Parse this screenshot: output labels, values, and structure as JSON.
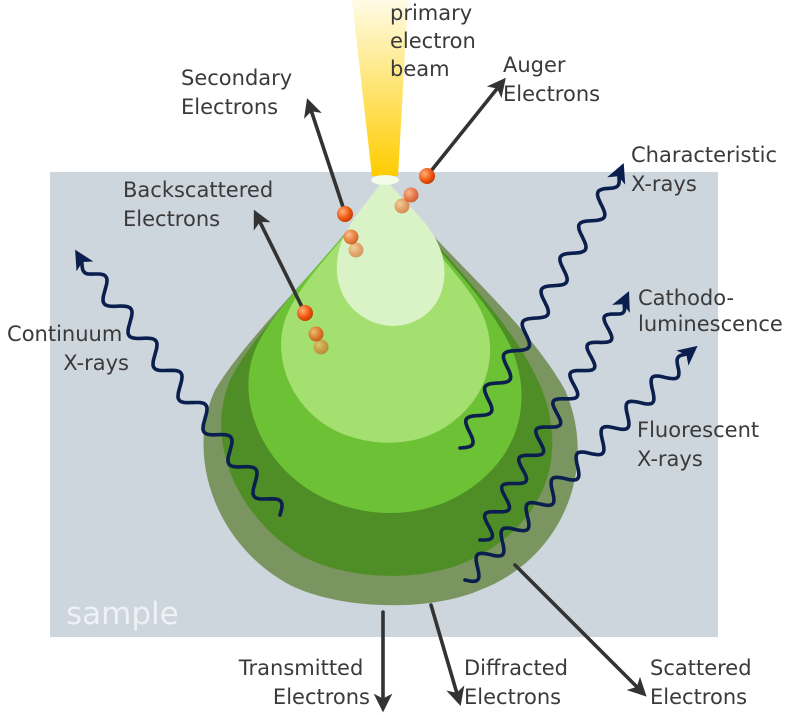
{
  "diagram": {
    "sample_label": "sample",
    "beam_label": [
      "primary",
      "electron",
      "beam"
    ],
    "labels": {
      "secondary": [
        "Secondary",
        "Electrons"
      ],
      "auger": [
        "Auger",
        "Electrons"
      ],
      "backscattered": [
        "Backscattered",
        "Electrons"
      ],
      "characteristic": [
        "Characteristic",
        "X-rays"
      ],
      "cathodo": [
        "Cathodo-",
        "luminescence"
      ],
      "continuum": [
        "Continuum",
        "X-rays"
      ],
      "fluorescent": [
        "Fluorescent",
        "X-rays"
      ],
      "transmitted": [
        "Transmitted",
        "Electrons"
      ],
      "diffracted": [
        "Diffracted",
        "Electrons"
      ],
      "scattered": [
        "Scattered",
        "Electrons"
      ]
    },
    "colors": {
      "sample_box": "#cdd5dd",
      "zone_outer": "#7a9560",
      "zone_2": "#4f8e26",
      "zone_3": "#6cc234",
      "zone_4": "#a3e070",
      "zone_inner": "#d9f3c6",
      "beam": "#ffd21a",
      "electron": "#f05a14",
      "wave": "#0b1f4e",
      "arrow": "#333333"
    }
  }
}
